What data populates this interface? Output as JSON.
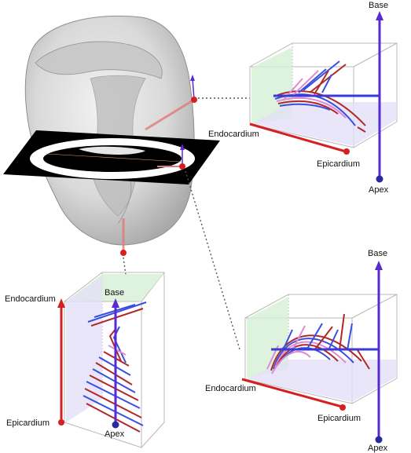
{
  "labels": {
    "base": "Base",
    "apex": "Apex",
    "endocardium": "Endocardium",
    "epicardium": "Epicardium"
  },
  "colors": {
    "base_apex_axis": "#5a2ad0",
    "endo_epi_axis": "#d42020",
    "fiber_blue": "#3a4fe0",
    "fiber_red": "#b02828",
    "fiber_pink": "#e08ad0",
    "box_edge": "#b8b8b8",
    "plane_green": "#d6f0d6",
    "plane_lavender": "#e2e0f6",
    "heart_fill": "#d8d8d8",
    "slice_black": "#000000"
  }
}
